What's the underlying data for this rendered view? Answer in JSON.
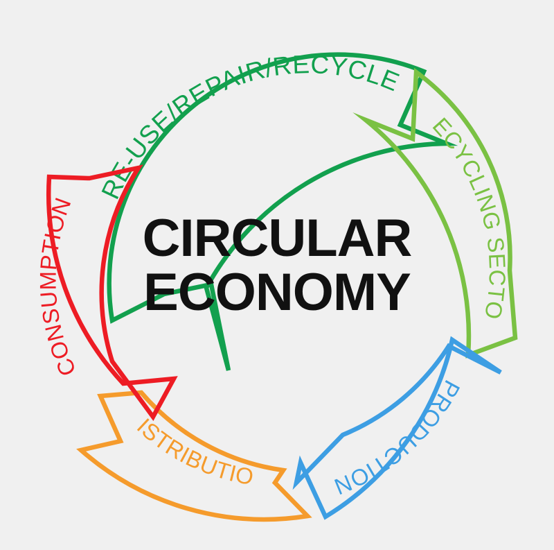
{
  "diagram": {
    "kind": "circular-cycle-diagram",
    "background_color": "#f0f0f0",
    "center": {
      "line1": "CIRCULAR",
      "line2": "ECONOMY",
      "color": "#111111"
    },
    "flow_direction": "counter-clockwise",
    "segments": [
      {
        "id": "re-use-repair-recycle",
        "label": "RE-USE/REPAIR/RECYCLE",
        "color": "#12a04e",
        "position": "top",
        "arrow_points": "counter-clockwise-left",
        "font_size": 37
      },
      {
        "id": "recycling-sector",
        "label": "RECYCLING SECTOR",
        "color": "#7ac143",
        "position": "right",
        "arrow_points": "counter-clockwise-up",
        "font_size": 33
      },
      {
        "id": "production",
        "label": "PRODUCTION",
        "color": "#3d9ee3",
        "position": "bottom-right",
        "arrow_points": "counter-clockwise-left",
        "font_size": 33
      },
      {
        "id": "distribution",
        "label": "DISTRIBUTION",
        "color": "#f59b2c",
        "position": "bottom-left",
        "arrow_points": "counter-clockwise-right",
        "font_size": 33
      },
      {
        "id": "consumption",
        "label": "CONSUMPTION",
        "color": "#ed1c24",
        "position": "left",
        "arrow_points": "counter-clockwise-down",
        "font_size": 33
      }
    ]
  }
}
